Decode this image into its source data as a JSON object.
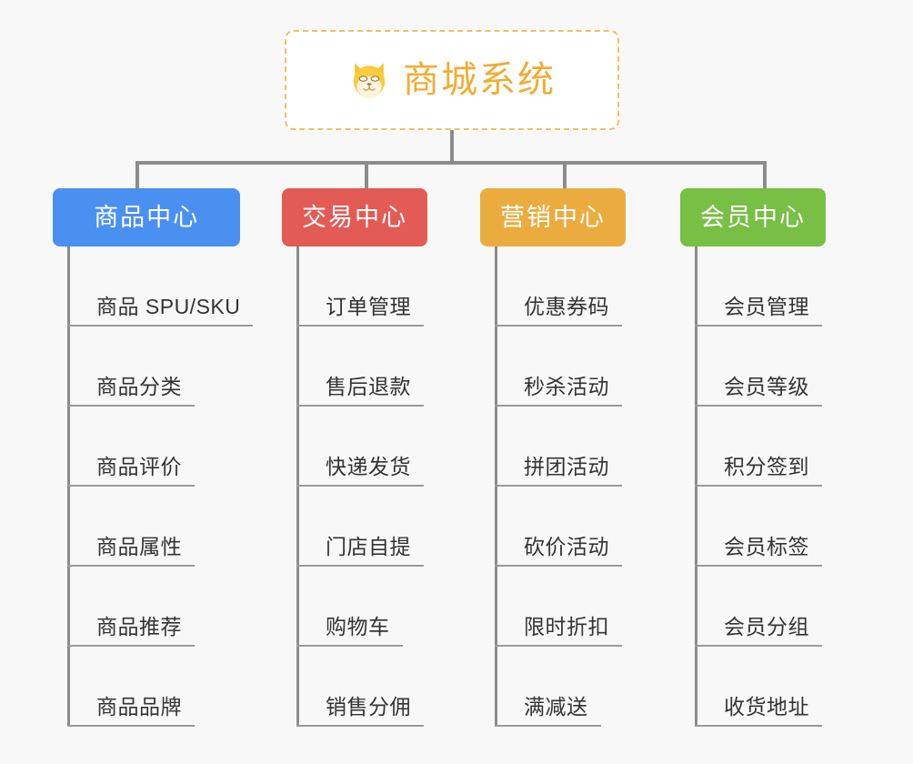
{
  "background_color": "#f8f8f8",
  "root": {
    "title": "商城系统",
    "icon": "shiba-dog-face-icon",
    "text_color": "#f0ad35",
    "border_color": "#f0c063",
    "background": "#ffffff"
  },
  "branches": [
    {
      "label": "商品中心",
      "color": "#4a90f0",
      "items": [
        "商品 SPU/SKU",
        "商品分类",
        "商品评价",
        "商品属性",
        "商品推荐",
        "商品品牌"
      ]
    },
    {
      "label": "交易中心",
      "color": "#e25b55",
      "items": [
        "订单管理",
        "售后退款",
        "快递发货",
        "门店自提",
        "购物车",
        "销售分佣"
      ]
    },
    {
      "label": "营销中心",
      "color": "#eaac3f",
      "items": [
        "优惠券码",
        "秒杀活动",
        "拼团活动",
        "砍价活动",
        "限时折扣",
        "满减送"
      ]
    },
    {
      "label": "会员中心",
      "color": "#78bf45",
      "items": [
        "会员管理",
        "会员等级",
        "积分签到",
        "会员标签",
        "会员分组",
        "收货地址"
      ]
    }
  ],
  "connector_color": "#8c8c8c",
  "leaf_underline_color": "#9a9a9a",
  "leaf_text_color": "#333333"
}
